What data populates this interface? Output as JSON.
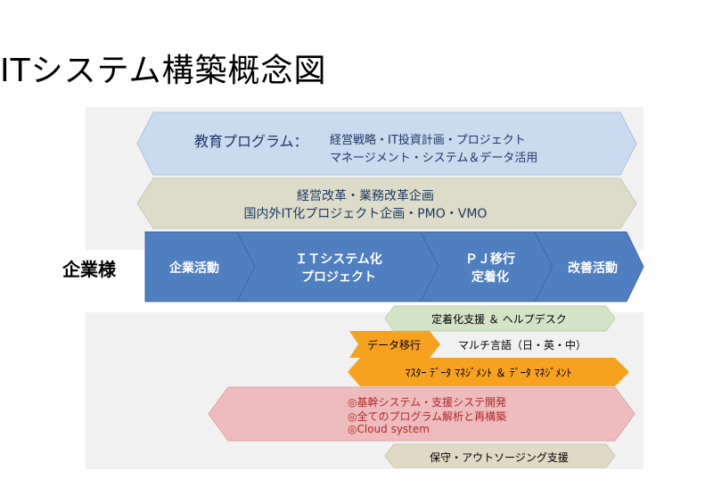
{
  "title": "ITシステム構築概念図",
  "education": {
    "heading": "教育プログラム：",
    "line1": "経営戦略・IT投資計画・プロジェクト",
    "line2": "マネージメント・システム＆データ活用"
  },
  "reform": {
    "line1": "経営改革・業務改革企画",
    "line2": "国内外IT化プロジェクト企画・PMO・VMO"
  },
  "enterprise_label": "企業様",
  "phases": [
    {
      "line1": "企業活動",
      "line2": ""
    },
    {
      "line1": "ＩＴシステム化",
      "line2": "プロジェクト"
    },
    {
      "line1": "ＰＪ移行",
      "line2": "定着化"
    },
    {
      "line1": "改善活動",
      "line2": ""
    }
  ],
  "services": {
    "support_helpdesk": "定着化支援 ＆ ヘルプデスク",
    "data_migration": "データ移行",
    "multilingual": "マルチ言語（日・英・中）",
    "master_data": "ﾏｽﾀｰ ﾃﾞｰﾀ ﾏﾈｼﾞﾒﾝﾄ ＆ ﾃﾞｰﾀ ﾏﾈｼﾞﾒﾝﾄ",
    "core_systems": {
      "line1": "◎基幹システム・支援システ開発",
      "line2": "◎全てのプログラム解析と再構築",
      "line3": "◎Cloud system"
    },
    "outsourcing": "保守・アウトソージング支援"
  },
  "colors": {
    "education_fill": "#c9dbef",
    "reform_fill": "#dcdcc8",
    "phase_fill": "#4f7ec1",
    "green_fill": "#d3e3c6",
    "orange_fill": "#f7a21e",
    "pink_fill": "#eebcbc",
    "beige_fill": "#dedac3",
    "navy_text": "#1f3864"
  }
}
